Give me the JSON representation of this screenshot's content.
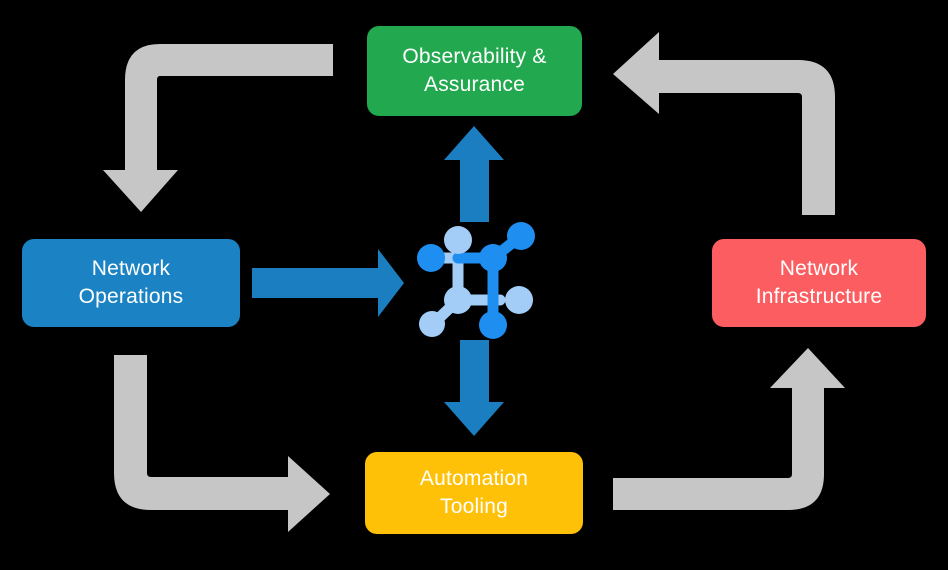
{
  "diagram": {
    "type": "cycle-diagram",
    "background_color": "#000000",
    "center_icon": {
      "name": "network-topology-icon",
      "primary_color": "#1f8ef1",
      "secondary_color": "#a3cdf7",
      "description": "network topology graph with six nodes and connecting links"
    },
    "nodes": [
      {
        "id": "observability",
        "label": "Observability &\nAssurance",
        "line1": "Observability &",
        "line2": "Assurance",
        "color": "#22a94f",
        "text_color": "#ffffff",
        "position": "top"
      },
      {
        "id": "operations",
        "label": "Network\nOperations",
        "line1": "Network",
        "line2": "Operations",
        "color": "#1b82c4",
        "text_color": "#ffffff",
        "position": "left"
      },
      {
        "id": "infrastructure",
        "label": "Network\nInfrastructure",
        "line1": "Network",
        "line2": "Infrastructure",
        "color": "#fc5d60",
        "text_color": "#ffffff",
        "position": "right"
      },
      {
        "id": "automation",
        "label": "Automation\nTooling",
        "line1": "Automation",
        "line2": "Tooling",
        "color": "#ffc107",
        "text_color": "#ffffff",
        "position": "bottom"
      }
    ],
    "arrows": [
      {
        "id": "operations-to-center",
        "name": "blue-arrow-right",
        "color": "#1b7ec0",
        "direction": "right",
        "from": "operations",
        "to": "center-icon"
      },
      {
        "id": "center-to-observability",
        "name": "blue-arrow-up",
        "color": "#1b7ec0",
        "direction": "up",
        "from": "center-icon",
        "to": "observability"
      },
      {
        "id": "center-to-automation",
        "name": "blue-arrow-down",
        "color": "#1b7ec0",
        "direction": "down",
        "from": "center-icon",
        "to": "automation"
      },
      {
        "id": "observability-to-operations",
        "name": "gray-arrow-top-left",
        "color": "#c6c6c6",
        "direction": "left-then-down",
        "from": "observability",
        "to": "operations"
      },
      {
        "id": "operations-to-automation",
        "name": "gray-arrow-bottom-left",
        "color": "#c6c6c6",
        "direction": "down-then-right",
        "from": "operations",
        "to": "automation"
      },
      {
        "id": "infrastructure-to-observability",
        "name": "gray-arrow-top-right",
        "color": "#c6c6c6",
        "direction": "up-then-left",
        "from": "infrastructure",
        "to": "observability"
      },
      {
        "id": "automation-to-infrastructure",
        "name": "gray-arrow-bottom-right",
        "color": "#c6c6c6",
        "direction": "right-then-up",
        "from": "automation",
        "to": "infrastructure"
      }
    ]
  }
}
